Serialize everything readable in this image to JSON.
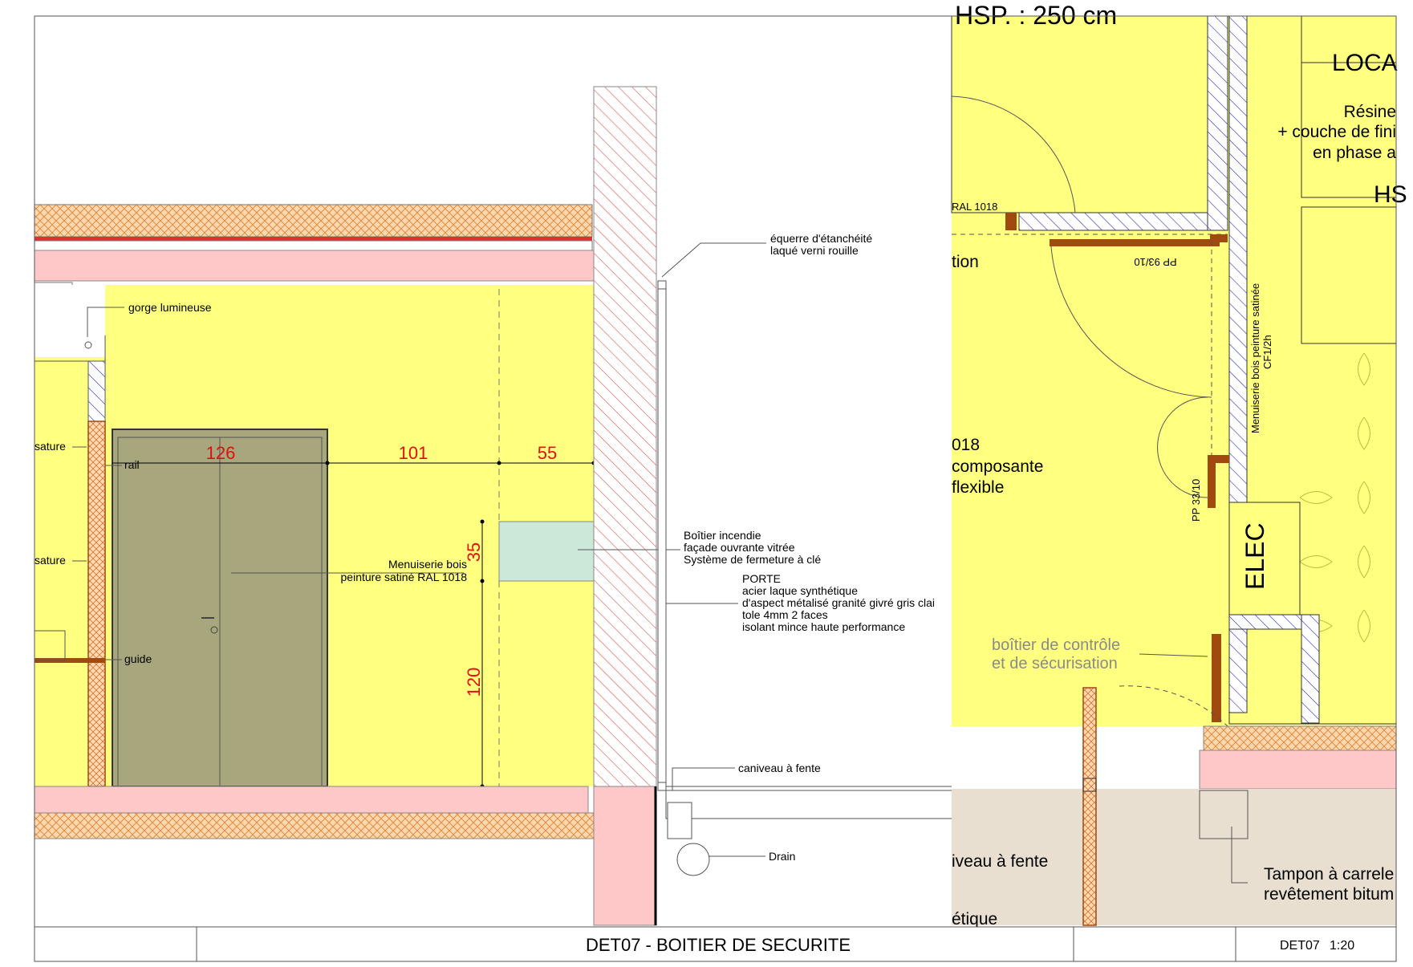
{
  "title_block": {
    "title": "DET07 - BOITIER DE SECURITE",
    "code": "DET07",
    "scale": "1:20"
  },
  "elevation": {
    "dimensions": {
      "horizontal": [
        "126",
        "101",
        "55"
      ],
      "vertical": [
        "35",
        "120"
      ]
    },
    "labels": {
      "gorge": "gorge lumineuse",
      "sature_1": "sature",
      "sature_2": "sature",
      "rail": "rail",
      "guide": "guide",
      "menuiserie_1": "Menuiserie bois",
      "menuiserie_2": "peinture satiné RAL 1018",
      "boitier_1": "Boîtier incendie",
      "boitier_2": "façade ouvrante vitrée",
      "boitier_3": "Système de fermeture à clé"
    }
  },
  "section": {
    "labels": {
      "equerre_1": "équerre d'étanchéité",
      "equerre_2": "laqué verni rouille",
      "porte_1": "PORTE",
      "porte_2": "acier laque synthétique",
      "porte_3": "d'aspect métalisé granité givré gris clai",
      "porte_4": "tole 4mm 2 faces",
      "porte_5": "isolant mince haute performance",
      "caniveau": "caniveau à fente",
      "drain": "Drain"
    }
  },
  "plan": {
    "labels": {
      "hsp": "HSP. : 250 cm",
      "local": "LOCA",
      "resine_1": "Résine",
      "resine_2": "+ couche de fini",
      "resine_3": "en phase a",
      "hs": "HS",
      "ral": "RAL 1018",
      "tion": "tion",
      "pp93": "PP 93/10",
      "menuiserie_v1": "Menuiserie bois peinture satinée",
      "menuiserie_v2": "CF1/2h",
      "r018": "018",
      "composante": "composante",
      "flexible": "flexible",
      "pp33": "PP 33/10",
      "elec": "ELEC",
      "boitier_ctrl_1": "boîtier de contrôle",
      "boitier_ctrl_2": "et de sécurisation",
      "caniveau": "iveau à fente",
      "etique": "étique",
      "tampon_1": "Tampon à carrele",
      "tampon_2": "revêtement bitum"
    }
  },
  "colors": {
    "wall_yellow": "#ffff80",
    "slab_pink": "#ffc8c8",
    "insulation_orange": "#f0a050",
    "door_khaki": "#a8a67c",
    "wood_brown": "#a04a10",
    "ground_beige": "#e8dfd0",
    "dimension_red": "#e01010",
    "glass": "#cce8d8"
  }
}
